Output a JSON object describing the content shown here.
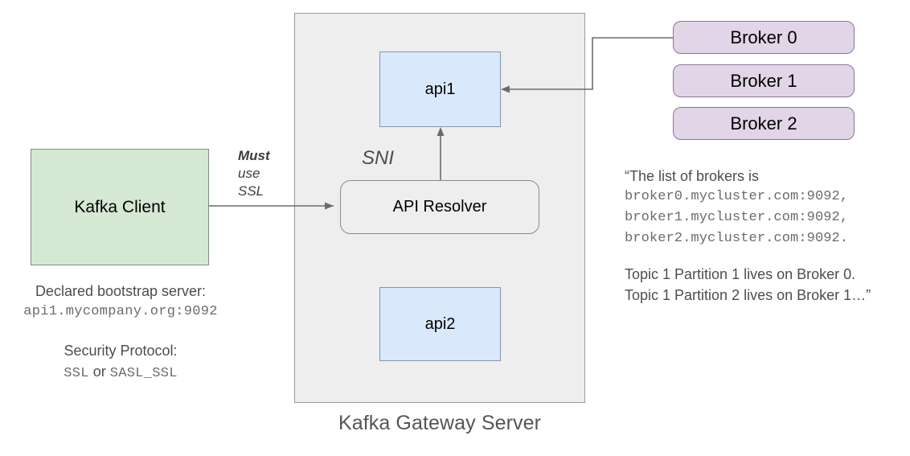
{
  "diagram": {
    "title": "Kafka Gateway Server SNI routing diagram",
    "colors": {
      "client_fill": "#d5e8d4",
      "api_fill": "#dae8fc",
      "broker_fill": "#e1d5e7",
      "gateway_fill": "#eeeeee",
      "stroke": "#6b6b6b",
      "text_gray": "#4d4d4d"
    }
  },
  "gateway": {
    "caption": "Kafka Gateway Server",
    "api1_label": "api1",
    "api2_label": "api2",
    "resolver_label": "API Resolver",
    "sni_label": "SNI"
  },
  "client": {
    "label": "Kafka Client",
    "bootstrap_title": "Declared bootstrap server:",
    "bootstrap_value": "api1.mycompany.org:9092",
    "security_title": "Security Protocol:",
    "security_value_1": "SSL",
    "security_conjunction": "or",
    "security_value_2": "SASL_SSL"
  },
  "edges": {
    "client_to_resolver_line1": "Must",
    "client_to_resolver_line2": "use",
    "client_to_resolver_line3": "SSL"
  },
  "brokers": [
    {
      "label": "Broker 0"
    },
    {
      "label": "Broker 1"
    },
    {
      "label": "Broker 2"
    }
  ],
  "note": {
    "line1": "“The list of brokers is",
    "line2": "broker0.mycluster.com:9092,",
    "line3": "broker1.mycluster.com:9092,",
    "line4": "broker2.mycluster.com:9092.",
    "line5": "Topic 1 Partition 1 lives on Broker 0.",
    "line6": "Topic 1 Partition 2 lives on Broker 1…”"
  }
}
